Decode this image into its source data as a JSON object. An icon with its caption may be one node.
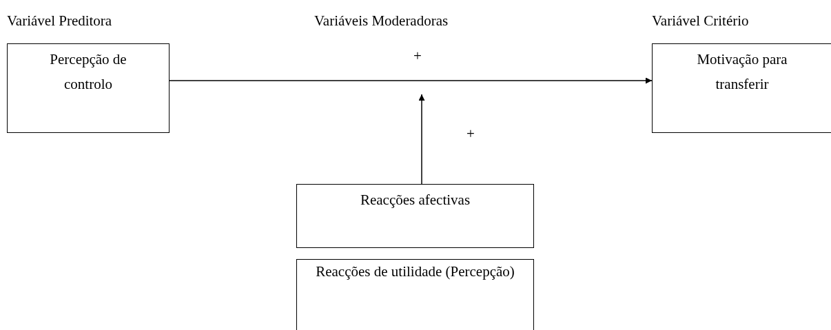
{
  "diagram": {
    "nodes": [
      {
        "text": [
          "Percepção de controlo"
        ]
      },
      {
        "text": [
          "Motivação para transferir"
        ]
      },
      {
        "text": [
          "Reacções afectivas"
        ]
      },
      {
        "text": [
          "Reacções de utilidade (Percepção)"
        ]
      }
    ],
    "edges": [
      {
        "from": 0,
        "to": 1,
        "arrow": "to",
        "label": "+"
      },
      {
        "from": 2,
        "to": null,
        "arrow": "to",
        "label": "+"
      }
    ],
    "labels": [
      "Variável Preditora",
      "Variáveis Moderadoras",
      "Variável Critério"
    ]
  }
}
